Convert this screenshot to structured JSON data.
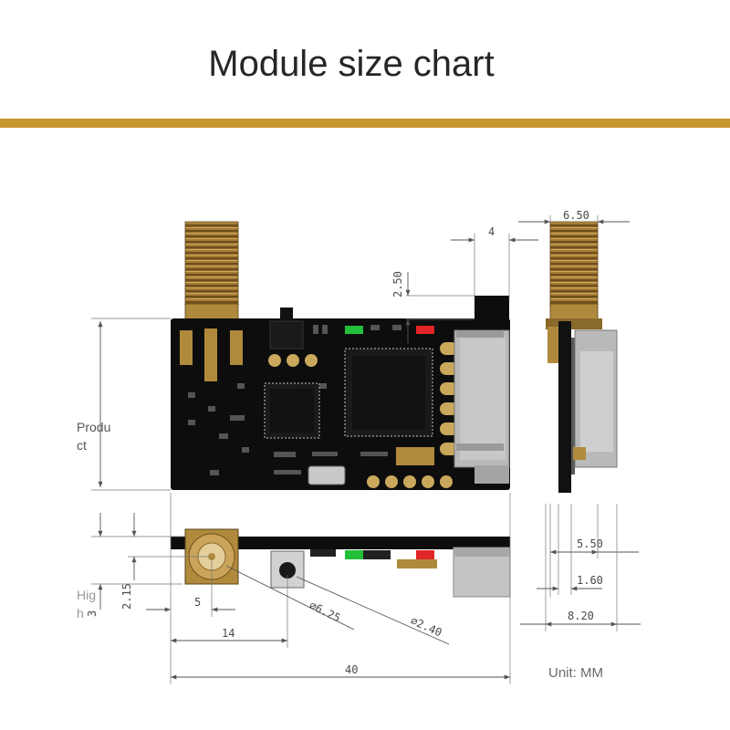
{
  "title": "Module size chart",
  "unit_note": "Unit: MM",
  "labels": {
    "product_line1": "Produ",
    "product_line2": "ct",
    "height_line1": "Hig",
    "height_line2": "h"
  },
  "dimensions": {
    "d650": "6.50",
    "d4": "4",
    "d250": "2.50",
    "d550": "5.50",
    "d160": "1.60",
    "d820": "8.20",
    "d3": "3",
    "d215": "2.15",
    "d5": "5",
    "d14": "14",
    "d40": "40",
    "dia625": "∅6.25",
    "dia240": "∅2.40"
  },
  "colors": {
    "accent_bar": "#C8962E",
    "pcb": "#0d0d0d",
    "brass": "#b08a3c",
    "led_green": "#22c03a",
    "led_red": "#e02626",
    "pad_gold": "#c9a85c",
    "connector_gray": "#b9b9b9"
  }
}
